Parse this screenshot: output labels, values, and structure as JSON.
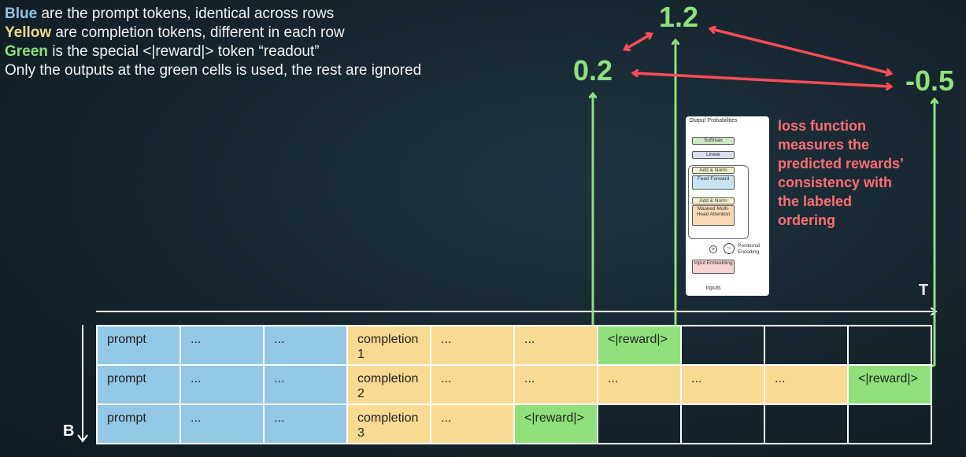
{
  "legend": {
    "line1_keyword": "Blue",
    "line1_text": " are the prompt tokens, identical across rows",
    "line2_keyword": "Yellow",
    "line2_text": " are completion tokens, different in each row",
    "line3_keyword": "Green",
    "line3_text": " is the special <|reward|> token “readout”",
    "line4_text": "Only the outputs at the green cells is used, the rest are ignored"
  },
  "scores": {
    "row1": "1.2",
    "row2": "-0.5",
    "row3": "0.2"
  },
  "loss_note": "loss function measures the predicted rewards’ consistency with the labeled ordering",
  "transformer": {
    "output_probabilities": "Output Probabilities",
    "softmax": "Softmax",
    "linear": "Linear",
    "add_norm_1": "Add & Norm",
    "feed_forward": "Feed Forward",
    "add_norm_2": "Add & Norm",
    "masked_attention": "Masked Multi-Head Attention",
    "positional_encoding": "Positional Encoding",
    "input_embedding": "Input Embedding",
    "inputs": "Inputs"
  },
  "axes": {
    "time": "T",
    "batch": "B"
  },
  "colors": {
    "prompt": "#93c7e6",
    "completion": "#f8da93",
    "reward": "#8fe07a",
    "arrow_green": "#8fe07a",
    "arrow_red": "#ff4d55"
  },
  "rows": [
    [
      {
        "text": "prompt",
        "color": "blue"
      },
      {
        "text": "...",
        "color": "blue"
      },
      {
        "text": "...",
        "color": "blue"
      },
      {
        "text": "completion\n1",
        "color": "yellow"
      },
      {
        "text": "...",
        "color": "yellow"
      },
      {
        "text": "...",
        "color": "yellow"
      },
      {
        "text": "<|reward|>",
        "color": "green"
      },
      {
        "text": "",
        "color": "empty"
      },
      {
        "text": "",
        "color": "empty"
      },
      {
        "text": "",
        "color": "empty"
      }
    ],
    [
      {
        "text": "prompt",
        "color": "blue"
      },
      {
        "text": "...",
        "color": "blue"
      },
      {
        "text": "...",
        "color": "blue"
      },
      {
        "text": "completion\n2",
        "color": "yellow"
      },
      {
        "text": "...",
        "color": "yellow"
      },
      {
        "text": "...",
        "color": "yellow"
      },
      {
        "text": "...",
        "color": "yellow"
      },
      {
        "text": "...",
        "color": "yellow"
      },
      {
        "text": "...",
        "color": "yellow"
      },
      {
        "text": "<|reward|>",
        "color": "green"
      }
    ],
    [
      {
        "text": "prompt",
        "color": "blue"
      },
      {
        "text": "...",
        "color": "blue"
      },
      {
        "text": "...",
        "color": "blue"
      },
      {
        "text": "completion\n3",
        "color": "yellow"
      },
      {
        "text": "...",
        "color": "yellow"
      },
      {
        "text": "<|reward|>",
        "color": "green"
      },
      {
        "text": "",
        "color": "empty"
      },
      {
        "text": "",
        "color": "empty"
      },
      {
        "text": "",
        "color": "empty"
      },
      {
        "text": "",
        "color": "empty"
      }
    ]
  ]
}
